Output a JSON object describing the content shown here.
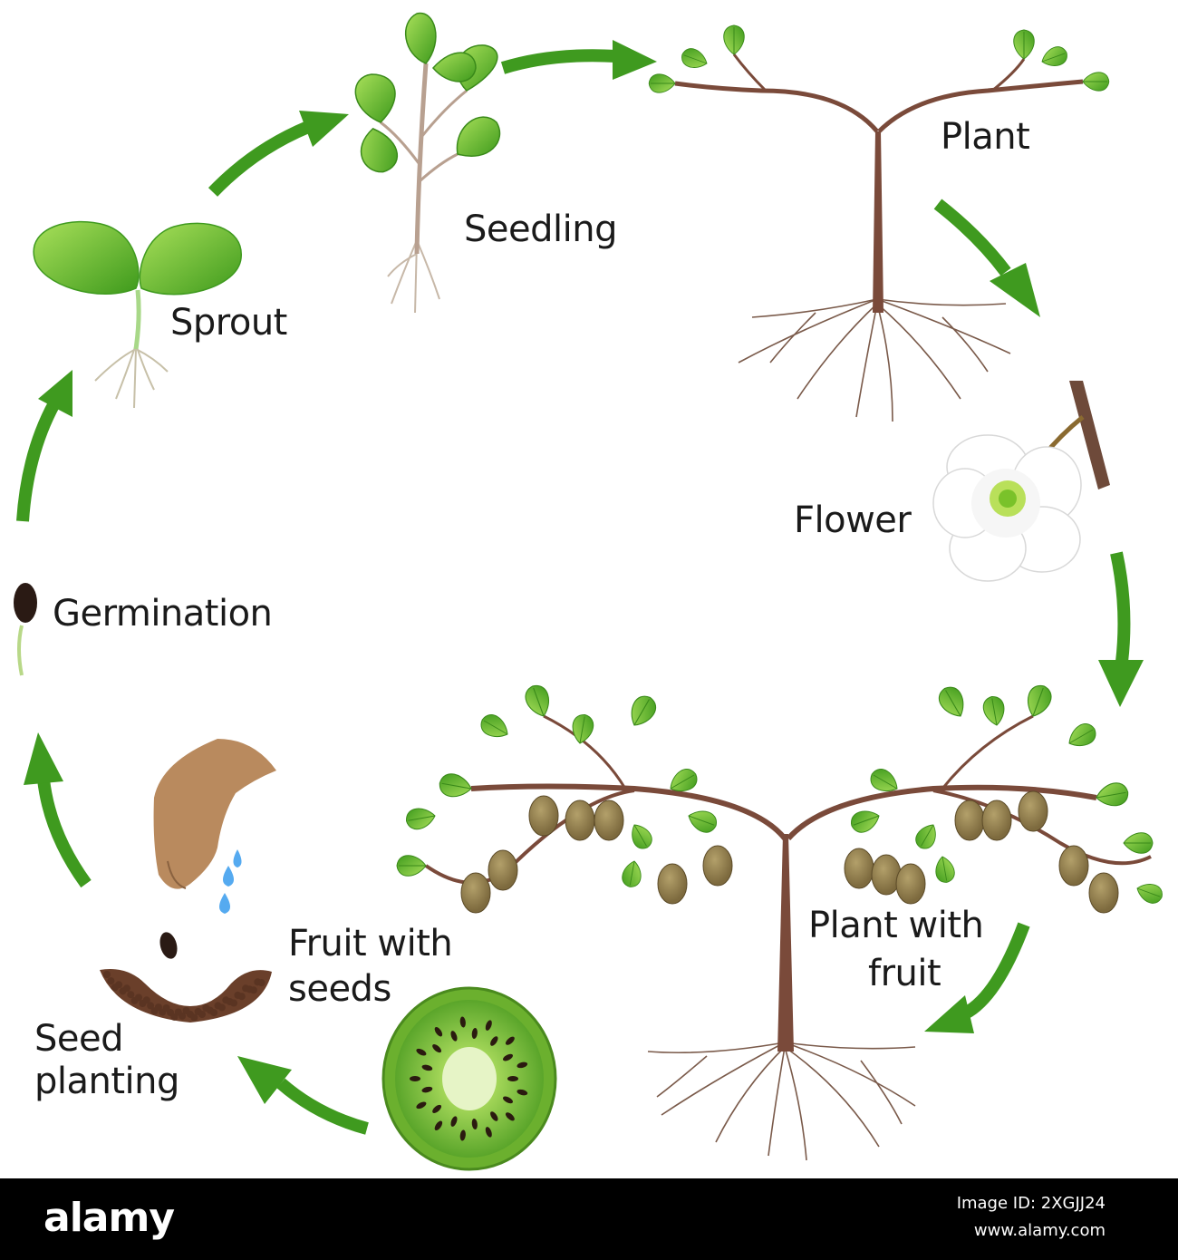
{
  "stages": {
    "seedling": "Seedling",
    "plant": "Plant",
    "sprout": "Sprout",
    "flower": "Flower",
    "germination": "Germination",
    "plant_with_fruit_line1": "Plant with",
    "plant_with_fruit_line2": "fruit",
    "fruit_with_seeds_line1": "Fruit with",
    "fruit_with_seeds_line2": "seeds",
    "seed_planting_line1": "Seed",
    "seed_planting_line2": "planting"
  },
  "watermark": {
    "logo": "alamy",
    "image_id": "Image ID: 2XGJJ24",
    "url": "www.alamy.com"
  },
  "colors": {
    "arrow": "#3f9a1f",
    "leaf": "#5cbf2a",
    "stem": "#7a4a3a",
    "fruit": "#8b7a4a",
    "kiwi_flesh": "#8cc63f"
  }
}
